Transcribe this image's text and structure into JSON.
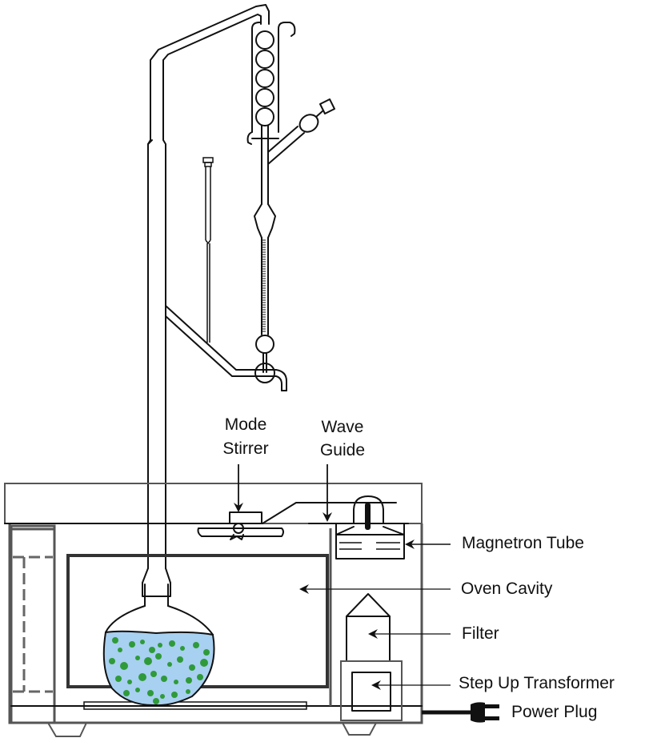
{
  "title": "Microwave-assisted Clevenger distillation apparatus",
  "colors": {
    "line": "#111111",
    "oven_outline": "#555555",
    "liquid": "#a8d0f0",
    "particles": "#2f9a3a",
    "background": "#ffffff"
  },
  "labels": {
    "mode_stirrer_line1": "Mode",
    "mode_stirrer_line2": "Stirrer",
    "wave_guide_line1": "Wave",
    "wave_guide_line2": "Guide",
    "magnetron_tube": "Magnetron Tube",
    "oven_cavity": "Oven Cavity",
    "filter": "Filter",
    "step_up_transformer": "Step Up Transformer",
    "power_plug": "Power Plug"
  },
  "components": [
    {
      "id": "condenser",
      "icon": "bulb-condenser-icon"
    },
    {
      "id": "clevenger",
      "icon": "clevenger-trap-icon"
    },
    {
      "id": "thermometer",
      "icon": "thermometer-icon"
    },
    {
      "id": "flask",
      "icon": "round-bottom-flask-icon"
    },
    {
      "id": "oven",
      "icon": "microwave-oven-icon"
    },
    {
      "id": "plug",
      "icon": "power-plug-icon"
    }
  ]
}
